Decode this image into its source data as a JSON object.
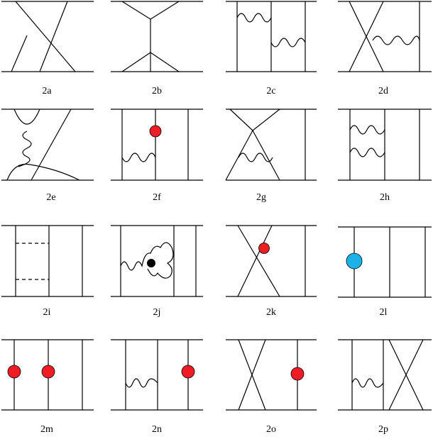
{
  "colors": {
    "red_vertex": "#ee1c24",
    "blue_vertex": "#1ab2e8",
    "black_vertex": "#000000",
    "line": "#000000"
  },
  "diagrams": [
    {
      "label": "2a"
    },
    {
      "label": "2b"
    },
    {
      "label": "2c"
    },
    {
      "label": "2d"
    },
    {
      "label": "2e"
    },
    {
      "label": "2f"
    },
    {
      "label": "2g"
    },
    {
      "label": "2h"
    },
    {
      "label": "2i"
    },
    {
      "label": "2j"
    },
    {
      "label": "2k"
    },
    {
      "label": "2l"
    },
    {
      "label": "2m"
    },
    {
      "label": "2n"
    },
    {
      "label": "2o"
    },
    {
      "label": "2p"
    }
  ]
}
